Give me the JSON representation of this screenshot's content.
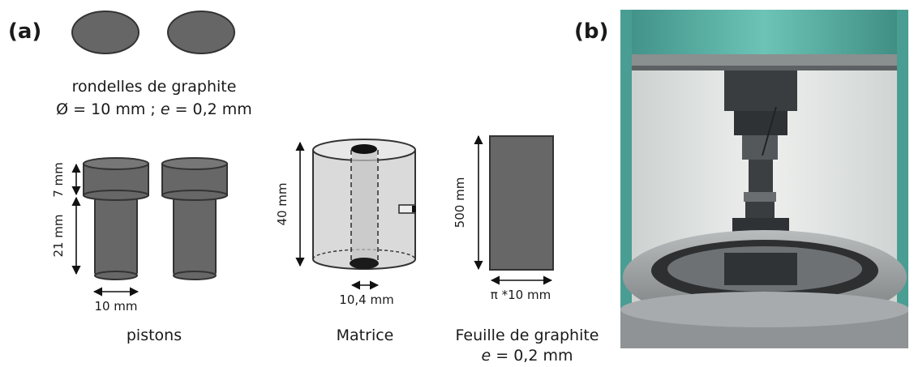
{
  "panel_a": {
    "label": "(a)",
    "washers": {
      "caption_line1": "rondelles de graphite",
      "caption_line2_prefix": "Ø = 10 mm ; ",
      "caption_line2_var": "e",
      "caption_line2_suffix": " = 0,2 mm"
    },
    "pistons": {
      "caption": "pistons",
      "dim_head": "7 mm",
      "dim_body": "21 mm",
      "dim_width": "10 mm"
    },
    "die": {
      "caption": "Matrice",
      "dim_height": "40 mm",
      "dim_bore": "10,4 mm"
    },
    "sheet": {
      "caption_line1": "Feuille de graphite",
      "caption_line2_var": "e",
      "caption_line2_suffix": " = 0,2 mm",
      "dim_length": "500 mm",
      "dim_width": "π *10 mm"
    }
  },
  "panel_b": {
    "label": "(b)",
    "photo_subject": "press-apparatus-photo"
  },
  "colors": {
    "graphite": "#666666",
    "die_body": "#dcdcdc",
    "frame_teal": "#5bb0a4",
    "steel": "#9a9ea0"
  }
}
